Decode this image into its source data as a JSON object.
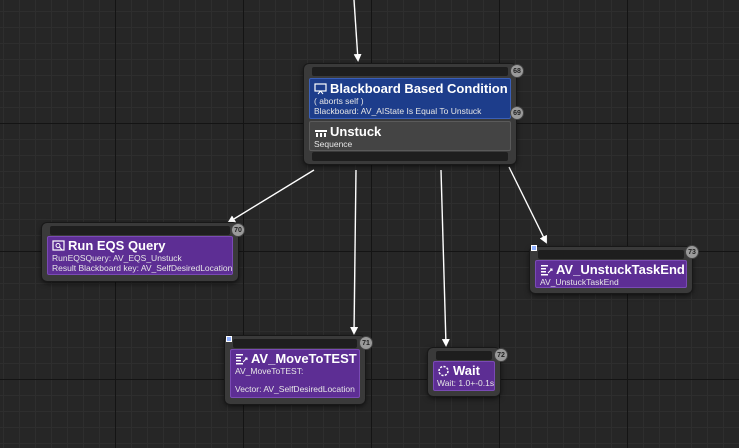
{
  "nodes": {
    "blackboard": {
      "title": "Blackboard Based Condition",
      "aborts": "( aborts self )",
      "detail": "Blackboard: AV_AIState Is Equal To Unstuck",
      "badge_top": "68",
      "badge_mid": "69",
      "seq_title": "Unstuck",
      "seq_sub": "Sequence"
    },
    "run_eqs": {
      "title": "Run EQS Query",
      "line1": "RunEQSQuery: AV_EQS_Unstuck",
      "line2": "Result Blackboard key: AV_SelfDesiredLocation",
      "badge": "70"
    },
    "move_to": {
      "title": "AV_MoveToTEST",
      "line1": "AV_MoveToTEST:",
      "line2": "Vector: AV_SelfDesiredLocation",
      "badge": "71"
    },
    "wait": {
      "title": "Wait",
      "line1": "Wait: 1.0+-0.1s",
      "badge": "72"
    },
    "unstuck_end": {
      "title": "AV_UnstuckTaskEnd",
      "line1": "AV_UnstuckTaskEnd",
      "badge": "73"
    }
  },
  "colors": {
    "task": "#5d2e94",
    "decorator": "#1d3d8b",
    "composite": "#444444",
    "wire": "#ffffff"
  },
  "icons": [
    "blackboard-decorator-icon",
    "sequence-icon",
    "eqs-query-icon",
    "move-task-icon",
    "wait-icon",
    "custom-task-icon"
  ]
}
